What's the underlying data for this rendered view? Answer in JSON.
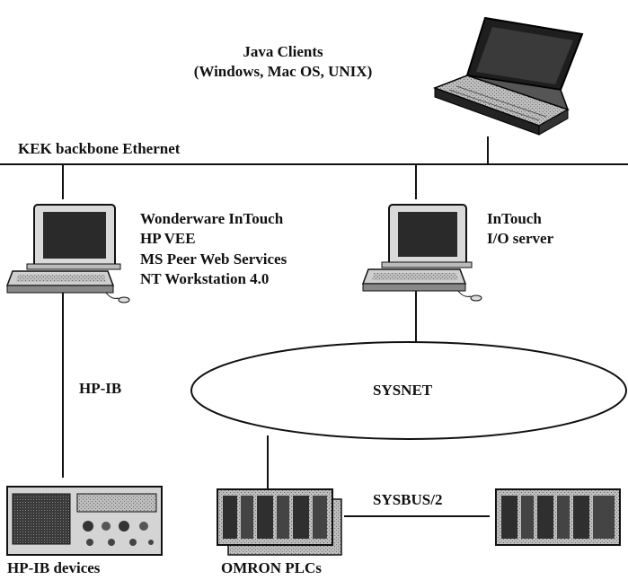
{
  "java_clients": {
    "title": "Java Clients",
    "subtitle": "(Windows, Mac OS, UNIX)"
  },
  "backbone": {
    "label": "KEK backbone Ethernet"
  },
  "workstation_left": {
    "lines": [
      "Wonderware InTouch",
      "HP VEE",
      "MS Peer Web Services",
      "NT Workstation 4.0"
    ]
  },
  "workstation_right": {
    "lines": [
      "InTouch",
      "I/O server"
    ]
  },
  "links": {
    "hpib": "HP-IB",
    "sysnet": "SYSNET",
    "sysbus": "SYSBUS/2"
  },
  "devices": {
    "hpib_devices": "HP-IB devices",
    "omron_plcs": "OMRON PLCs"
  },
  "colors": {
    "ink": "#111111",
    "background": "#ffffff",
    "screen": "#2a2a2a"
  }
}
